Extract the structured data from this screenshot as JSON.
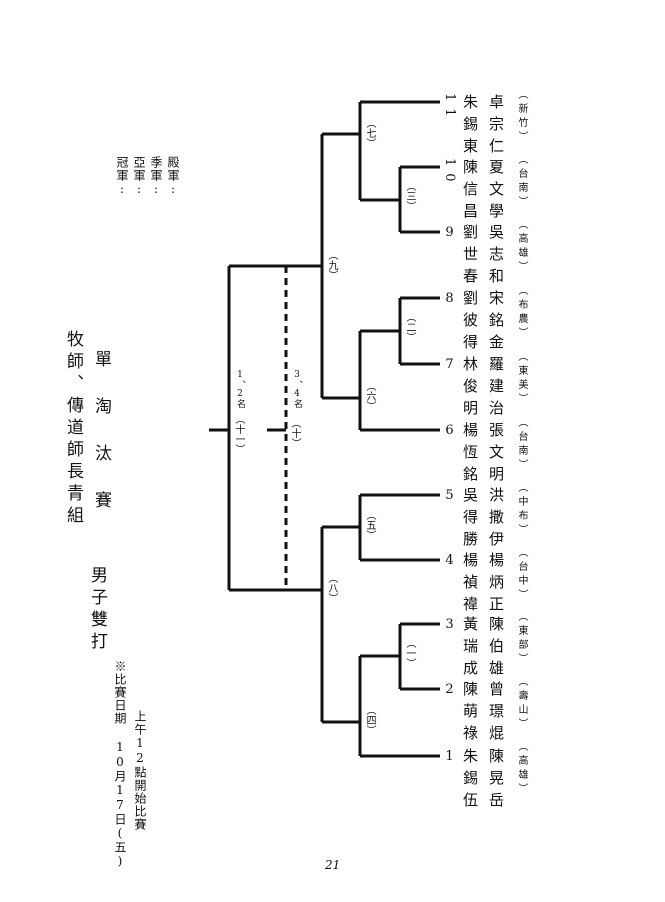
{
  "event": "男子雙打",
  "group_title": "牧師、傳道師長青組",
  "format": "單 淘 汰 賽",
  "note_line1": "※比賽日期 10月17日(五)",
  "note_line2": "上午12點開始比賽",
  "awards": [
    "冠軍:",
    "亞軍:",
    "季軍:",
    "殿軍:"
  ],
  "players": [
    {
      "num": "1",
      "names": [
        "朱錫伍",
        "陳晃岳"
      ],
      "region": "（高雄）"
    },
    {
      "num": "2",
      "names": [
        "陳萌祿",
        "曾璟焜"
      ],
      "region": "（壽山）"
    },
    {
      "num": "3",
      "names": [
        "黃瑞成",
        "陳伯雄"
      ],
      "region": "（東部）"
    },
    {
      "num": "4",
      "names": [
        "楊禎禕",
        "楊炳正"
      ],
      "region": "（台中）"
    },
    {
      "num": "5",
      "names": [
        "吳得勝",
        "洪撒伊"
      ],
      "region": "（中布）"
    },
    {
      "num": "6",
      "names": [
        "楊恆銘",
        "張文明"
      ],
      "region": "（台南）"
    },
    {
      "num": "7",
      "names": [
        "林俊明",
        "羅建治"
      ],
      "region": "（東美）"
    },
    {
      "num": "8",
      "names": [
        "劉彼得",
        "宋銘金"
      ],
      "region": "（布農）"
    },
    {
      "num": "9",
      "names": [
        "劉世春",
        "吳志和"
      ],
      "region": "（高雄）"
    },
    {
      "num": "10",
      "names": [
        "陳信昌",
        "夏文學"
      ],
      "region": "（台南）"
    },
    {
      "num": "11",
      "names": [
        "朱錫東",
        "卓宗仁"
      ],
      "region": "（新竹）"
    }
  ],
  "matches": {
    "m1": "（一）",
    "m2": "（二）",
    "m3": "（三）",
    "m4": "（四）",
    "m5": "（五）",
    "m6": "（六）",
    "m7": "（七）",
    "m8": "（八）",
    "m9": "（九）",
    "m10": "（十）",
    "m11": "（十一）"
  },
  "final_label": "1、2名",
  "third_label": "3、4名",
  "page_number": "21"
}
